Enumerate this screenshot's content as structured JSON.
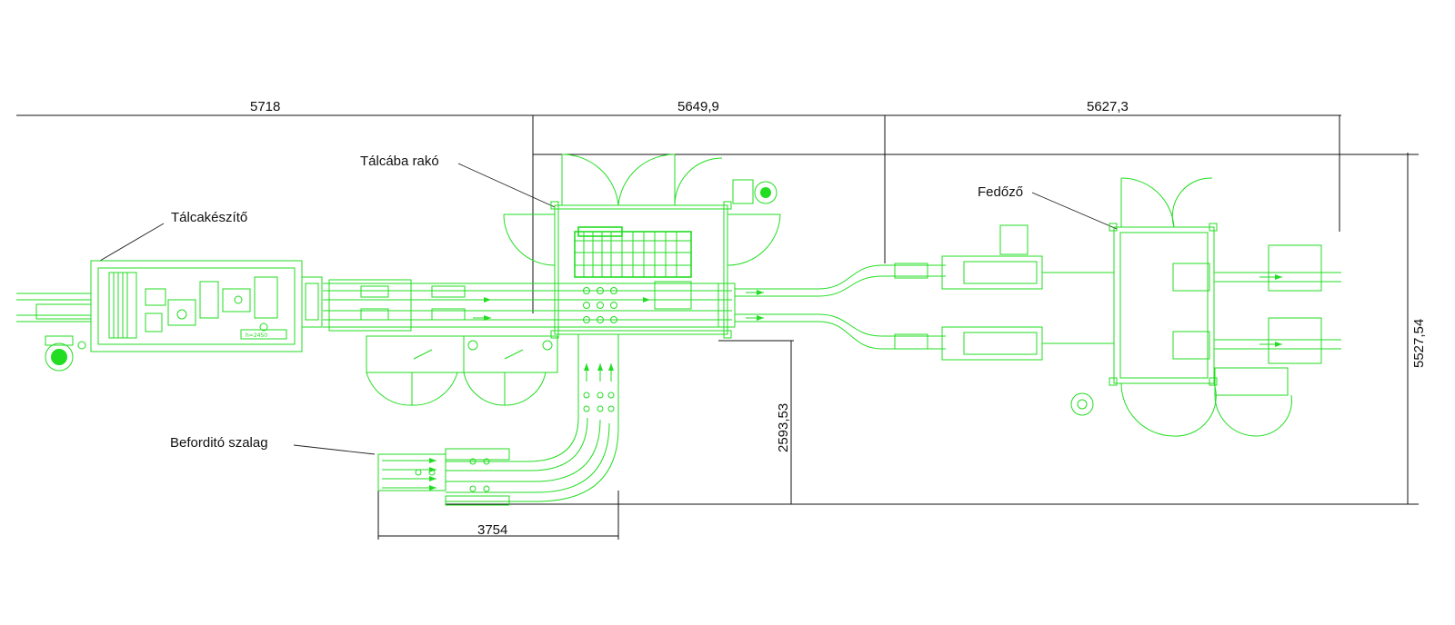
{
  "drawing": {
    "line_color": "#22dd22",
    "dimension_color": "#111111",
    "labels": {
      "tray_maker": "Tálcakészítő",
      "tray_loader": "Tálcába rakó",
      "lid_placer": "Fedőző",
      "infeed_belt": "Beforditó szalag"
    },
    "dimensions": {
      "top_left": "5718",
      "top_middle": "5649,9",
      "top_right": "5627,3",
      "right_vertical": "5527,54",
      "middle_vertical": "2593,53",
      "bottom": "3754"
    },
    "machine_note": "h=2450"
  }
}
